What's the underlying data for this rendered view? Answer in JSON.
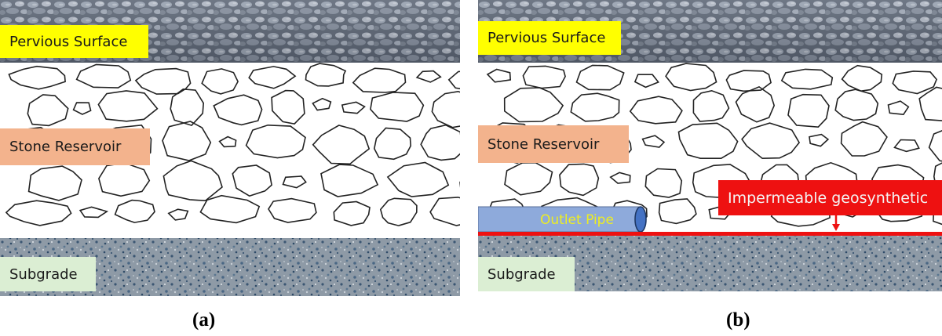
{
  "panels": [
    {
      "caption": "(a)",
      "labels": {
        "pervious_surface": "Pervious Surface",
        "stone_reservoir": "Stone Reservoir",
        "subgrade": "Subgrade"
      }
    },
    {
      "caption": "(b)",
      "labels": {
        "pervious_surface": "Pervious Surface",
        "stone_reservoir": "Stone Reservoir",
        "subgrade": "Subgrade",
        "outlet_pipe": "Outlet Pipe",
        "impermeable_geosynthetic": "Impermeable geosynthetic"
      }
    }
  ],
  "colors": {
    "surface_label_bg": "#ffff00",
    "reservoir_label_bg": "#f3b38d",
    "subgrade_label_bg": "#dbeed3",
    "geosynthetic": "#ee1111",
    "outlet_pipe": "#8eaadb",
    "outlet_pipe_label_text": "#eded22"
  }
}
